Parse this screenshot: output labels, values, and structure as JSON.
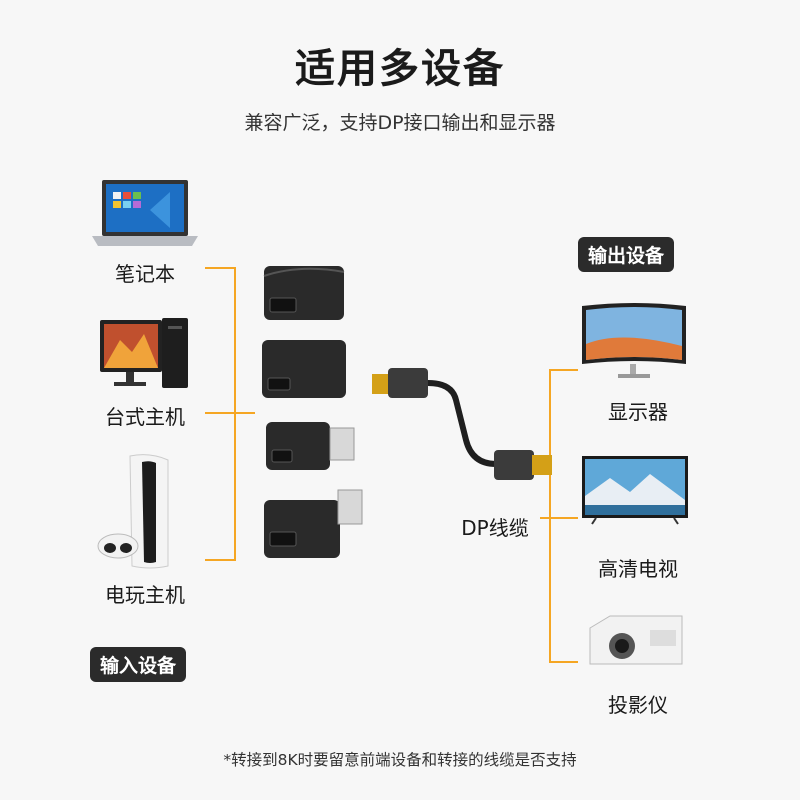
{
  "title": "适用多设备",
  "subtitle": "兼容广泛，支持DP接口输出和显示器",
  "input_devices": {
    "badge": "输入设备",
    "items": [
      {
        "label": "笔记本",
        "icon": "laptop-icon"
      },
      {
        "label": "台式主机",
        "icon": "desktop-computer-icon"
      },
      {
        "label": "电玩主机",
        "icon": "game-console-icon"
      }
    ]
  },
  "adapters": [
    "hdmi-female-female-adapter-icon",
    "hdmi-female-mini-adapter-icon",
    "hdmi-male-mini-adapter-icon",
    "hdmi-male-female-adapter-icon"
  ],
  "cable": {
    "label": "DP线缆",
    "icon": "cable-icon"
  },
  "output_devices": {
    "badge": "输出设备",
    "items": [
      {
        "label": "显示器",
        "icon": "monitor-icon"
      },
      {
        "label": "高清电视",
        "icon": "tv-icon"
      },
      {
        "label": "投影仪",
        "icon": "projector-icon"
      }
    ]
  },
  "footnote": "*转接到8K时要留意前端设备和转接的线缆是否支持",
  "colors": {
    "accent": "#f5a623",
    "badge_bg": "#2b2b2b",
    "background": "#f7f7f7"
  }
}
